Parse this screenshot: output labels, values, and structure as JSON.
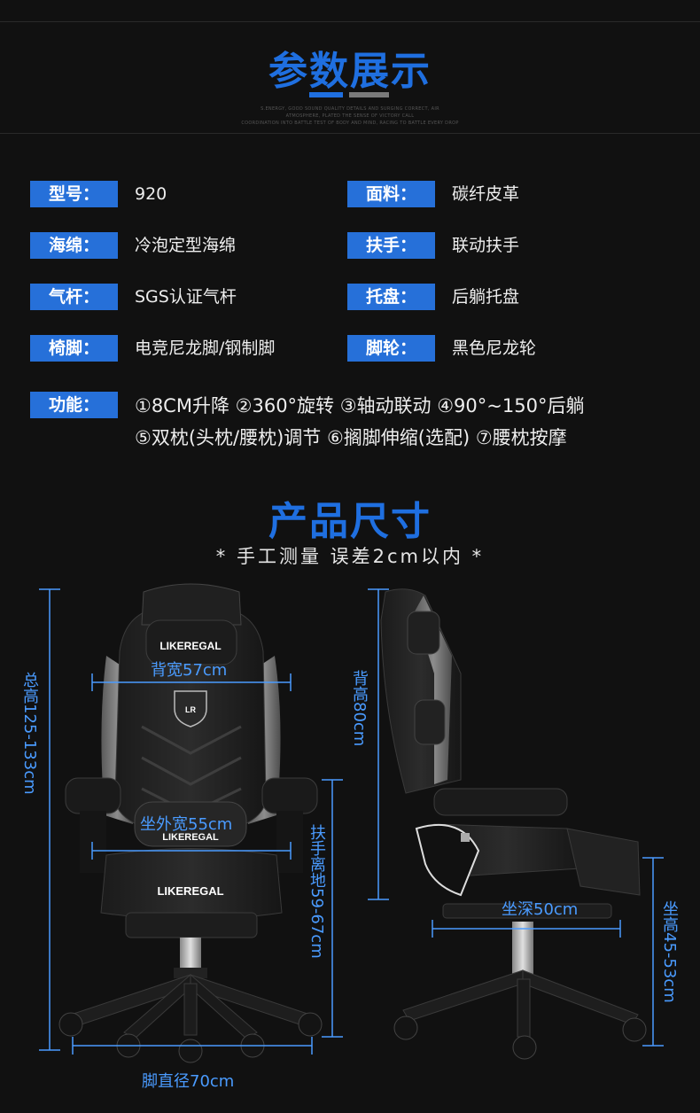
{
  "params": {
    "title": "参数展示",
    "tagline": [
      "S.ENERGY, GOOD SOUND QUALITY DETAILS AND SURGING CORRECT, AIR",
      "ATMOSPHERE, PLATED THE SENSE OF VICTORY CALL",
      "COORDINATION INTO BATTLE TEST OF BODY AND MIND, RACING TO BATTLE EVERY DROP"
    ],
    "specs": [
      {
        "label": "型号：",
        "value": "920"
      },
      {
        "label": "面料：",
        "value": "碳纤皮革"
      },
      {
        "label": "海绵：",
        "value": "冷泡定型海绵"
      },
      {
        "label": "扶手：",
        "value": "联动扶手"
      },
      {
        "label": "气杆：",
        "value": "SGS认证气杆"
      },
      {
        "label": "托盘：",
        "value": "后躺托盘"
      },
      {
        "label": "椅脚：",
        "value": "电竞尼龙脚/钢制脚"
      },
      {
        "label": "脚轮：",
        "value": "黑色尼龙轮"
      }
    ],
    "function_label": "功能：",
    "function_lines": [
      "①8CM升降 ②360°旋转 ③轴动联动 ④90°~150°后躺",
      "⑤双枕(头枕/腰枕)调节 ⑥搁脚伸缩(选配) ⑦腰枕按摩"
    ]
  },
  "size": {
    "title": "产品尺寸",
    "subtitle": "* 手工测量 误差2cm以内 *",
    "brand": "LIKEREGAL",
    "badge": "LR",
    "dims": {
      "total_height": "总高125-133cm",
      "back_width": "背宽57cm",
      "seat_outer_width": "坐外宽55cm",
      "armrest_height": "扶手离地59-67cm",
      "base_diameter": "脚直径70cm",
      "back_height": "背高80cm",
      "seat_depth": "坐深50cm",
      "seat_height": "坐高45-53cm"
    }
  },
  "colors": {
    "accent": "#2670d9",
    "dimension": "#4a9bff",
    "background": "#111111",
    "chair_accent": "#8a8a8a"
  }
}
